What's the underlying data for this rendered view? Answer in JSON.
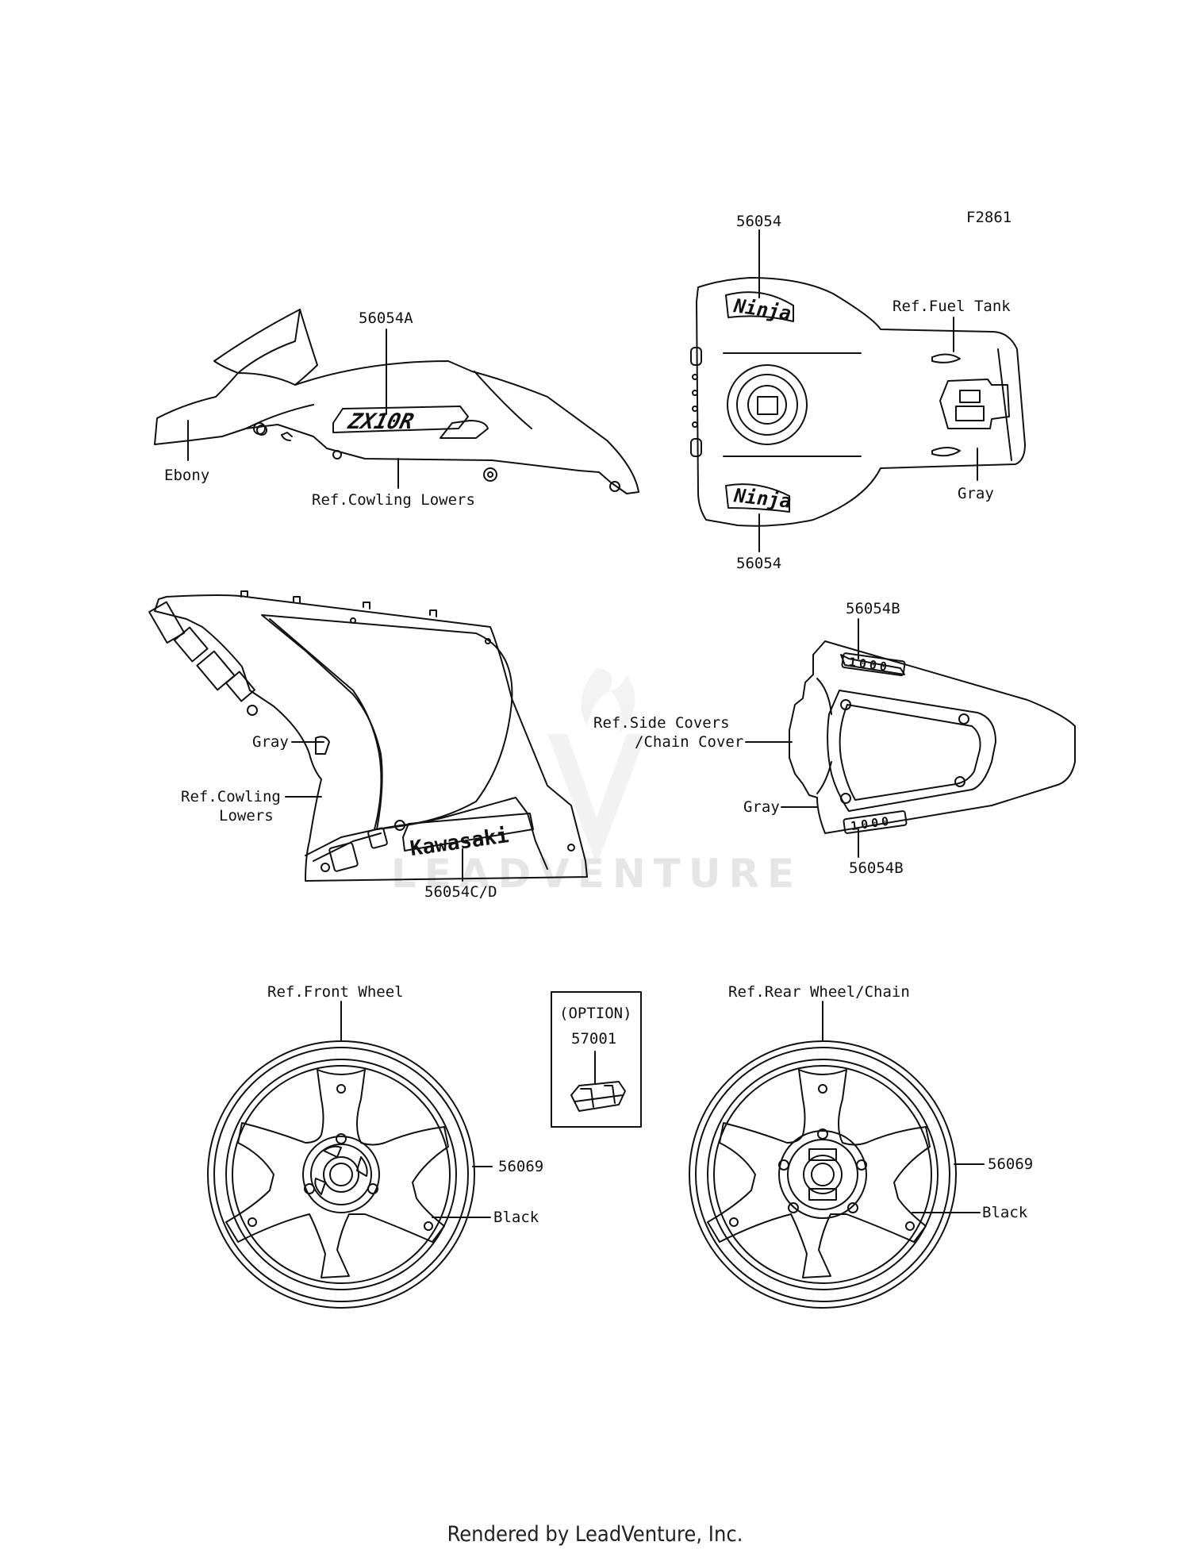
{
  "figure_code": "F2861",
  "watermark": "LEADVENTURE",
  "footer": "Rendered by LeadVenture, Inc.",
  "option_box": {
    "title": "(OPTION)",
    "part": "57001"
  },
  "decals": {
    "zx10r": "ZX10R",
    "ninja": "Ninja",
    "kawasaki": "Kawasaki",
    "numeral": "1000"
  },
  "labels": {
    "p56054_top": "56054",
    "p56054_bottom": "56054",
    "p56054A": "56054A",
    "p56054B_top": "56054B",
    "p56054B_bottom": "56054B",
    "p56054CD": "56054C/D",
    "p56069_front": "56069",
    "p56069_rear": "56069",
    "ebony": "Ebony",
    "ref_cowling_lowers_top": "Ref.Cowling Lowers",
    "ref_fuel_tank": "Ref.Fuel Tank",
    "gray_tank": "Gray",
    "gray_cowl": "Gray",
    "ref_cowling_l1": "Ref.Cowling",
    "ref_cowling_l2": "Lowers",
    "ref_side_covers_l1": "Ref.Side Covers",
    "ref_side_covers_l2": "/Chain Cover",
    "gray_seat": "Gray",
    "ref_front_wheel": "Ref.Front Wheel",
    "ref_rear_wheel": "Ref.Rear Wheel/Chain",
    "black_front": "Black",
    "black_rear": "Black"
  }
}
